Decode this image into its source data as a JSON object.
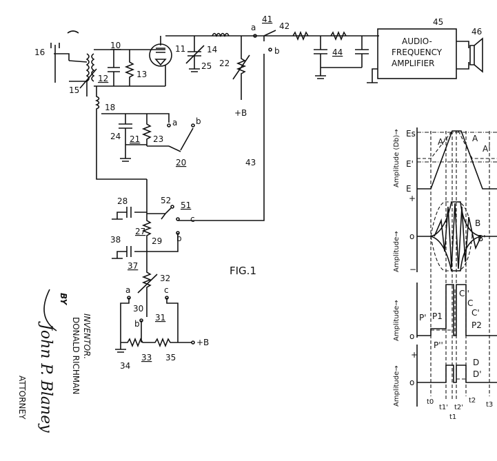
{
  "figure_label": "FIG.1",
  "circuit": {
    "refs": {
      "r10": "10",
      "r11": "11",
      "r12": "12",
      "r13": "13",
      "r14": "14",
      "r15": "15",
      "r16": "16",
      "r18": "18",
      "r20": "20",
      "r21": "21",
      "r22": "22",
      "r23": "23",
      "r24": "24",
      "r25": "25",
      "r27": "27",
      "r28": "28",
      "r29": "29",
      "r30": "30",
      "r31": "31",
      "r32": "32",
      "r33": "33",
      "r34": "34",
      "r35": "35",
      "r37": "37",
      "r38": "38",
      "r41": "41",
      "r42": "42",
      "r43": "43",
      "r44": "44",
      "r45": "45",
      "r46": "46",
      "r51": "51",
      "r52": "52"
    },
    "switch_letters": {
      "a": "a",
      "b": "b",
      "c": "c"
    },
    "supply": "+B",
    "amplifier": {
      "line1": "AUDIO-",
      "line2": "FREQUENCY",
      "line3": "AMPLIFIER"
    }
  },
  "inventor": {
    "title": "INVENTOR.",
    "name": "DONALD RICHMAN",
    "by": "BY",
    "attorney": "ATTORNEY",
    "signature": "John P. Blaney"
  },
  "waveforms": {
    "panel_a": {
      "ylabel": "Amplitude (Db)→",
      "levels": [
        "Es",
        "E'",
        "E"
      ],
      "curves": [
        "A",
        "A'",
        "A''"
      ]
    },
    "panel_b": {
      "ylabel": "Amplitude→",
      "ticks": [
        "+",
        "o",
        "−"
      ],
      "curves": [
        "B",
        "B'"
      ]
    },
    "panel_c": {
      "ylabel": "Amplitude→",
      "ticks": [
        "o"
      ],
      "curves": [
        "C''",
        "C",
        "C'",
        "P'",
        "P1",
        "P''",
        "P2"
      ]
    },
    "panel_d": {
      "ylabel": "Amplitude→",
      "ticks": [
        "+",
        "o"
      ],
      "curves": [
        "D",
        "D'"
      ]
    },
    "time_labels": [
      "t0",
      "t1'",
      "t1",
      "t2'",
      "t2",
      "t3"
    ]
  }
}
